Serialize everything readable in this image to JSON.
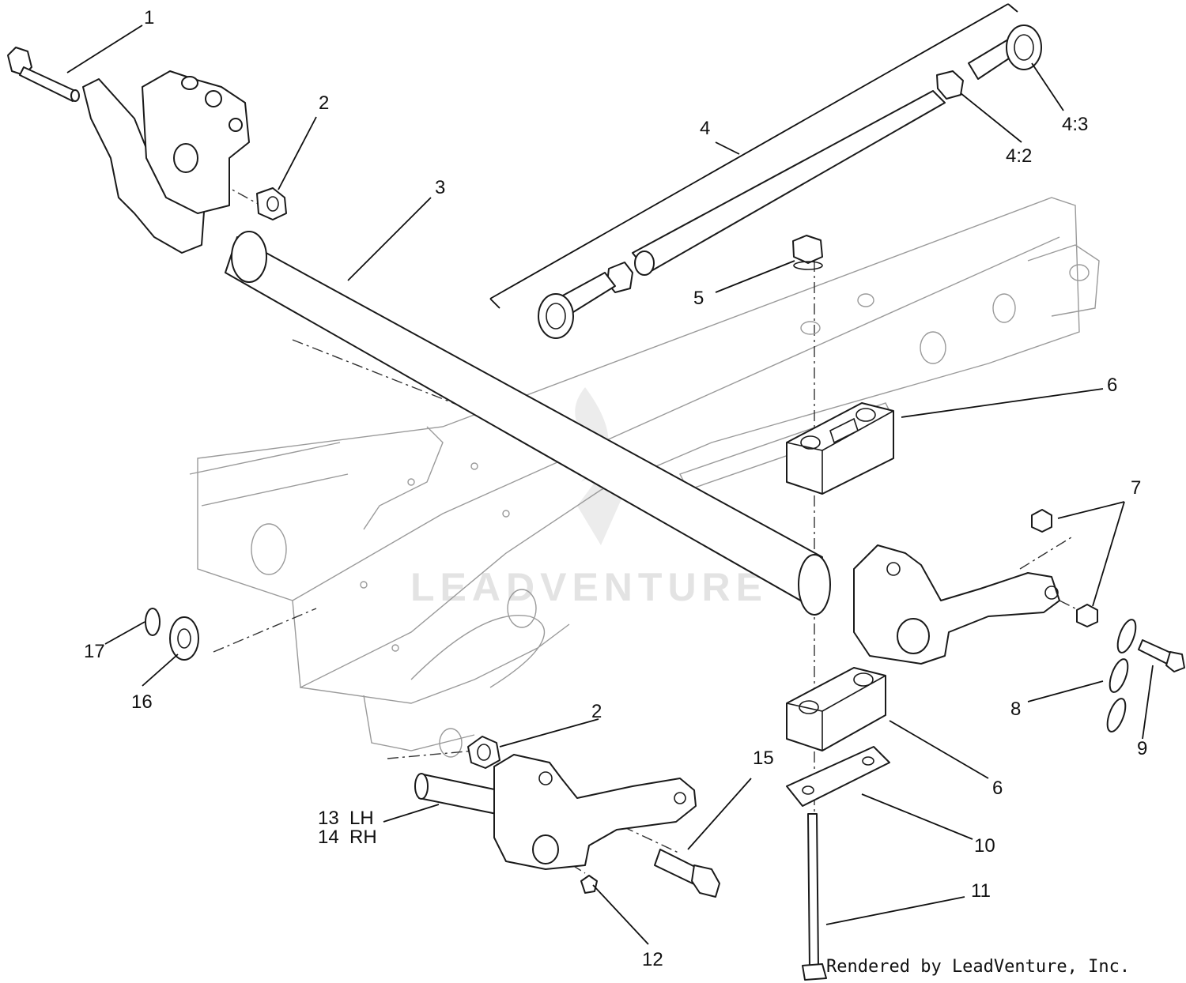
{
  "callouts": {
    "c1": "1",
    "c2a": "2",
    "c2b": "2",
    "c3": "3",
    "c4": "4",
    "c4_2": "4:2",
    "c4_3": "4:3",
    "c5": "5",
    "c6a": "6",
    "c6b": "6",
    "c7": "7",
    "c8": "8",
    "c9": "9",
    "c10": "10",
    "c11": "11",
    "c12": "12",
    "c13": "13  LH",
    "c14": "14  RH",
    "c15": "15",
    "c16": "16",
    "c17": "17"
  },
  "watermark": {
    "text": "LEADVENTURE"
  },
  "credit": "Rendered by LeadVenture, Inc."
}
